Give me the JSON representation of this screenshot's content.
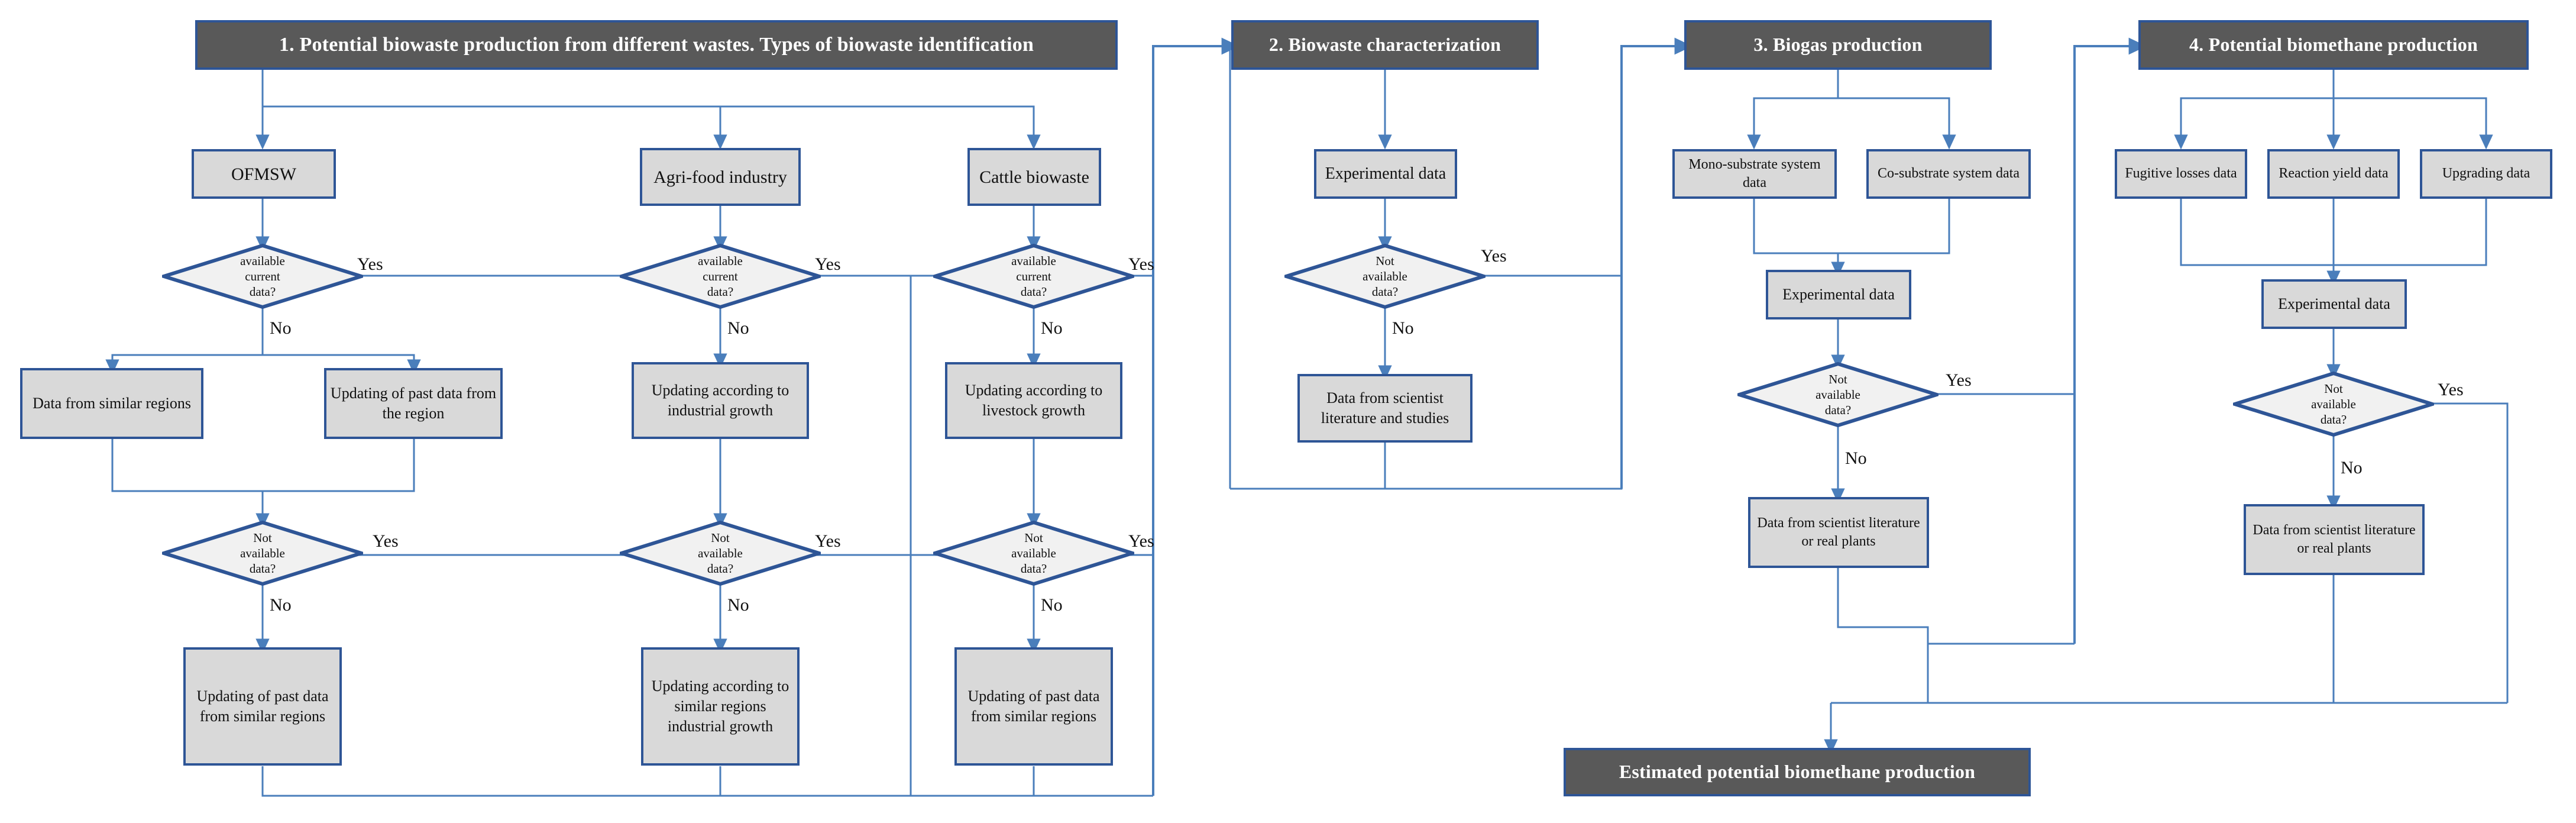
{
  "diagram": {
    "title": "Methodology flowchart for estimating potential biomethane production",
    "colors": {
      "phase_fill": "#595959",
      "phase_border": "#2E5596",
      "phase_text": "#FFFFFF",
      "process_fill": "#D9D9D9",
      "process_border": "#2E5596",
      "decision_fill": "#F1F1F1",
      "decision_border": "#2E5596",
      "connector": "#4A7EBB",
      "text": "#111111"
    },
    "labels": {
      "yes": "Yes",
      "no": "No"
    }
  },
  "phases": [
    {
      "id": "phase1",
      "label": "1. Potential biowaste production from different wastes. Types of biowaste identification"
    },
    {
      "id": "phase2",
      "label": "2. Biowaste characterization"
    },
    {
      "id": "phase3",
      "label": "3. Biogas production"
    },
    {
      "id": "phase4",
      "label": "4. Potential biomethane production"
    }
  ],
  "final": {
    "id": "final",
    "label": "Estimated  potential biomethane production"
  },
  "section1": {
    "branches": [
      {
        "source": "OFMSW",
        "decision_top": "available current data?",
        "no_children": [
          "Data from similar regions",
          "Updating of past data from the region"
        ],
        "decision_bottom": "Not available data?",
        "fallback": "Updating of past data from similar regions"
      },
      {
        "source": "Agri-food industry",
        "decision_top": "available current data?",
        "no_children": [
          "Updating according to industrial growth"
        ],
        "decision_bottom": "Not available data?",
        "fallback": "Updating according to similar regions industrial growth"
      },
      {
        "source": "Cattle biowaste",
        "decision_top": "available current data?",
        "no_children": [
          "Updating according to livestock growth"
        ],
        "decision_bottom": "Not available data?",
        "fallback": "Updating of past data from similar regions"
      }
    ]
  },
  "section2": {
    "input": "Experimental data",
    "decision": "Not available data?",
    "fallback": "Data from scientist literature and studies"
  },
  "section3": {
    "inputs": [
      "Mono-substrate system data",
      "Co-substrate system data"
    ],
    "merge": "Experimental data",
    "decision": "Not available data?",
    "fallback": "Data from scientist literature or real plants"
  },
  "section4": {
    "inputs": [
      "Fugitive losses data",
      "Reaction yield data",
      "Upgrading data"
    ],
    "merge": "Experimental data",
    "decision": "Not available data?",
    "fallback": "Data from scientist literature or real plants"
  },
  "nodes": {
    "s1_ofmsw": "OFMSW",
    "s1_agri": "Agri-food industry",
    "s1_cattle": "Cattle biowaste",
    "s1_d1a": "available current data?",
    "s1_d1b": "available current data?",
    "s1_d1c": "available current data?",
    "s1_similar": "Data from similar regions",
    "s1_updregion": "Updating of past data from the region",
    "s1_indgrowth": "Updating according to industrial growth",
    "s1_livegrowth": "Updating according to livestock growth",
    "s1_d2a": "Not available data?",
    "s1_d2b": "Not available data?",
    "s1_d2c": "Not available data?",
    "s1_fb_a": "Updating of past data from similar regions",
    "s1_fb_b": "Updating according to similar regions industrial growth",
    "s1_fb_c": "Updating of past data from similar regions",
    "s2_exp": "Experimental data",
    "s2_dec": "Not available data?",
    "s2_lit": "Data from scientist literature and studies",
    "s3_mono": "Mono-substrate system data",
    "s3_co": "Co-substrate system data",
    "s3_exp": "Experimental data",
    "s3_dec": "Not available data?",
    "s3_lit": "Data from scientist literature or real plants",
    "s4_fug": "Fugitive losses data",
    "s4_rea": "Reaction yield data",
    "s4_upg": "Upgrading data",
    "s4_exp": "Experimental data",
    "s4_dec": "Not available data?",
    "s4_lit": "Data from scientist literature or real plants",
    "final": "Estimated  potential biomethane production"
  },
  "edge_labels": {
    "s1_a_yes": "Yes",
    "s1_a_no": "No",
    "s1_a_yes2": "Yes",
    "s1_a_no2": "No",
    "s1_b_yes": "Yes",
    "s1_b_no": "No",
    "s1_b_yes2": "Yes",
    "s1_b_no2": "No",
    "s1_c_yes": "Yes",
    "s1_c_no": "No",
    "s1_c_yes2": "Yes",
    "s1_c_no2": "No",
    "s2_yes": "Yes",
    "s2_no": "No",
    "s3_yes": "Yes",
    "s3_no": "No",
    "s4_yes": "Yes",
    "s4_no": "No"
  }
}
